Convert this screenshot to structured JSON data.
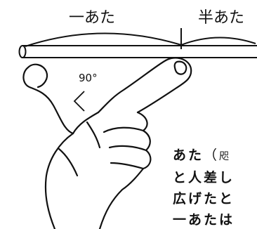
{
  "figure": {
    "label_one_ata": "一あた",
    "label_half_ata": "半あた",
    "label_angle": "90°"
  },
  "caption": {
    "line1_main": "あた",
    "line1_paren": "（",
    "line1_trail": "咫",
    "line2": "と人差し",
    "line3": "広げたと",
    "line4": "一あたは"
  }
}
